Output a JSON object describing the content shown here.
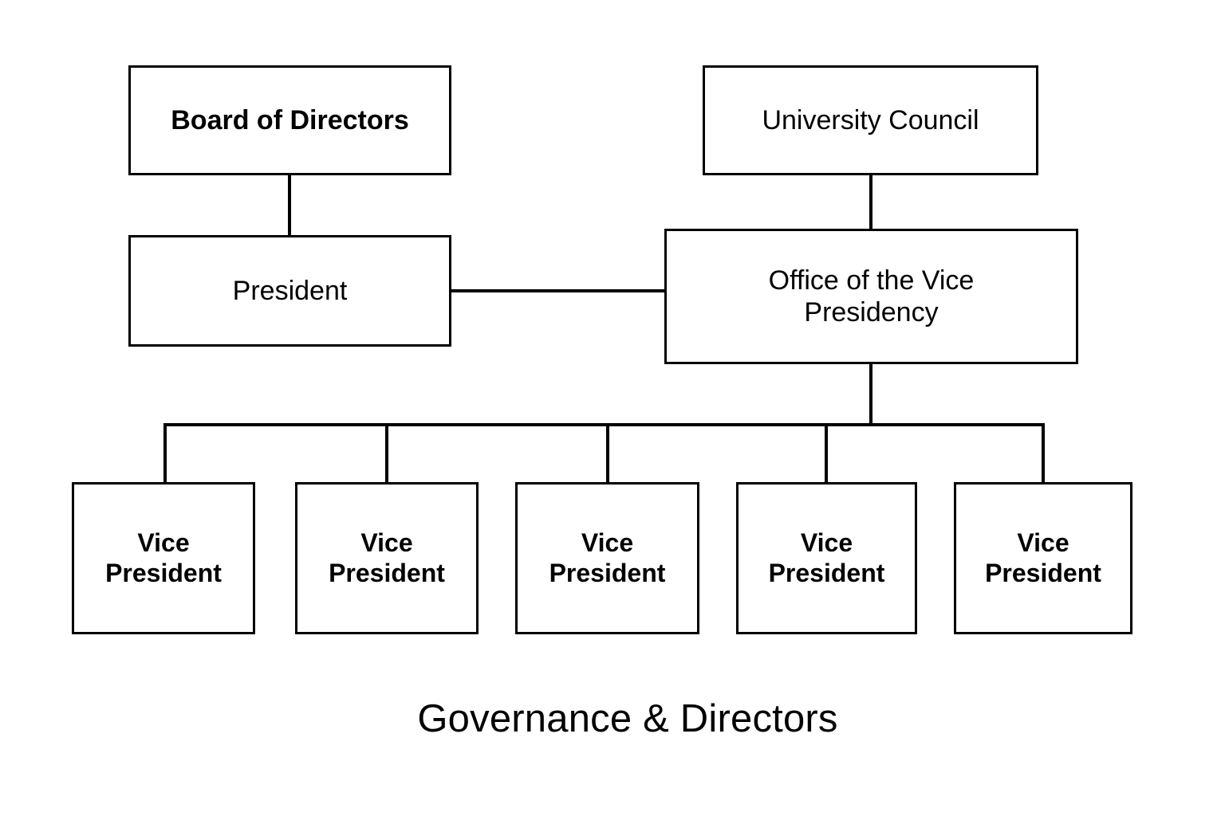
{
  "diagram": {
    "caption": "Governance & Directors",
    "stroke_color": "#000000",
    "background_color": "#ffffff",
    "nodes": {
      "board_of_directors": "Board of Directors",
      "university_council": "University Council",
      "president": "President",
      "office_of_the_vice_presidency": "Office of the Vice\nPresidency",
      "vice_presidents": [
        "Vice\nPresident",
        "Vice\nPresident",
        "Vice\nPresident",
        "Vice\nPresident",
        "Vice\nPresident"
      ]
    },
    "connections": [
      "Board of Directors → President",
      "University Council → Office of the Vice Presidency",
      "President — Office of the Vice Presidency",
      "Office of the Vice Presidency → Vice President 1",
      "Office of the Vice Presidency → Vice President 2",
      "Office of the Vice Presidency → Vice President 3",
      "Office of the Vice Presidency → Vice President 4",
      "Office of the Vice Presidency → Vice President 5"
    ]
  }
}
